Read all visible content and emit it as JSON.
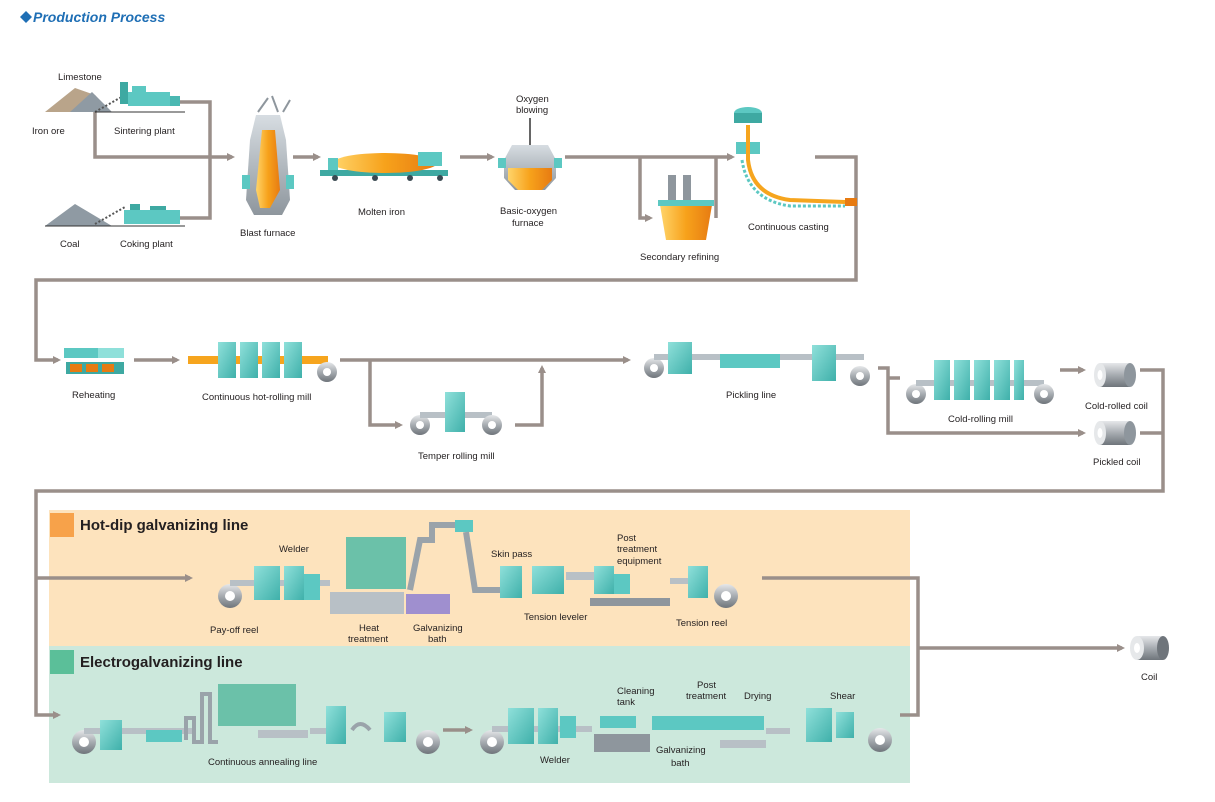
{
  "title": "Production Process",
  "colors": {
    "title": "#1f6fb5",
    "flow_line": "#9a8f8a",
    "hot_dip_band": "#fde3bd",
    "hot_dip_swatch": "#f7a24a",
    "electro_band": "#cce8dc",
    "electro_swatch": "#5bbf99",
    "equipment_teal": "#5cc8c2",
    "molten_orange": "#f6a51e"
  },
  "raw_materials": {
    "limestone": "Limestone",
    "iron_ore": "Iron ore",
    "sintering_plant": "Sintering plant",
    "coal": "Coal",
    "coking_plant": "Coking plant"
  },
  "ironmaking": {
    "blast_furnace": "Blast furnace",
    "molten_iron": "Molten iron"
  },
  "steelmaking": {
    "oxygen_blowing": [
      "Oxygen",
      "blowing"
    ],
    "basic_oxygen_furnace": [
      "Basic-oxygen",
      "furnace"
    ],
    "secondary_refining": "Secondary refining",
    "continuous_casting": "Continuous casting"
  },
  "rolling": {
    "reheating": "Reheating",
    "hot_rolling": "Continuous hot-rolling mill",
    "temper_rolling": "Temper rolling mill",
    "pickling_line": "Pickling line",
    "cold_rolling": "Cold-rolling mill",
    "cold_rolled_coil": "Cold-rolled coil",
    "pickled_coil": "Pickled coil"
  },
  "hot_dip": {
    "heading": "Hot-dip galvanizing line",
    "welder": "Welder",
    "skin_pass": "Skin pass",
    "post_treatment_equipment": [
      "Post",
      "treatment",
      "equipment"
    ],
    "pay_off_reel": "Pay-off reel",
    "heat_treatment": [
      "Heat",
      "treatment"
    ],
    "galvanizing_bath": [
      "Galvanizing",
      "bath"
    ],
    "tension_leveler": "Tension leveler",
    "tension_reel": "Tension reel"
  },
  "electro": {
    "heading": "Electrogalvanizing line",
    "cleaning_tank": [
      "Cleaning",
      "tank"
    ],
    "post_treatment": [
      "Post",
      "treatment"
    ],
    "drying": "Drying",
    "shear": "Shear",
    "continuous_annealing": "Continuous annealing line",
    "welder": "Welder",
    "galvanizing_bath": [
      "Galvanizing",
      "bath"
    ]
  },
  "product": {
    "coil": "Coil"
  }
}
